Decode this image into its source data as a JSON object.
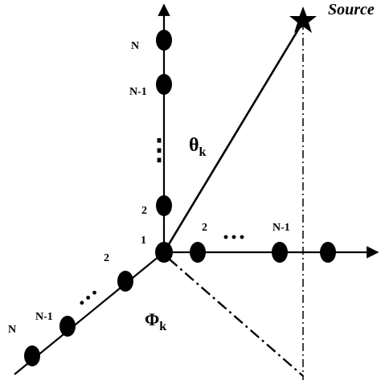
{
  "source": {
    "label": "Source",
    "icon": "star-icon"
  },
  "angles": {
    "theta": "θ",
    "theta_sub": "k",
    "phi": "Φ",
    "phi_sub": "k"
  },
  "vertical_axis": {
    "labels": [
      "1",
      "2",
      "⋮",
      "N-1",
      "N"
    ]
  },
  "horizontal_axis": {
    "labels": [
      "2",
      "···",
      "N-1"
    ]
  },
  "diagonal_axis": {
    "labels": [
      "2",
      "···",
      "N-1",
      "N"
    ]
  },
  "colors": {
    "ink": "#000000",
    "background": "#ffffff"
  }
}
